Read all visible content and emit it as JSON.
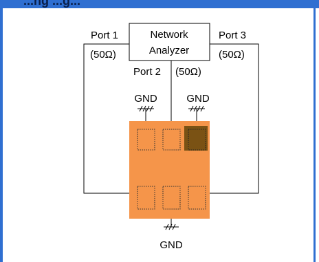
{
  "header": {
    "title_fragment": "...ng ...g..."
  },
  "analyzer": {
    "line1": "Network",
    "line2": "Analyzer"
  },
  "ports": {
    "port1": {
      "name": "Port 1",
      "impedance": "(50Ω)"
    },
    "port2": {
      "name": "Port 2",
      "impedance": "(50Ω)"
    },
    "port3": {
      "name": "Port 3",
      "impedance": "(50Ω)"
    }
  },
  "ground": {
    "label": "GND"
  },
  "colors": {
    "chip": "#f5954a",
    "highlight": "#7a5214",
    "frame": "#2f6fd1"
  }
}
